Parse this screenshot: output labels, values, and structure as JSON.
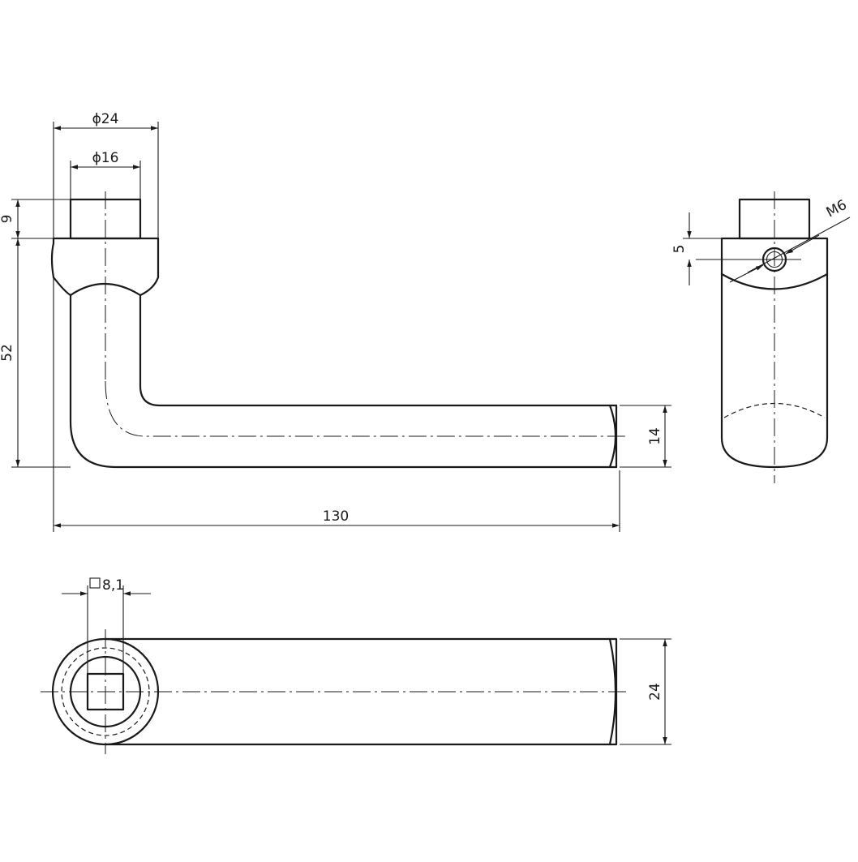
{
  "drawing": {
    "subject": "door-handle-on-rose",
    "colors": {
      "line": "#1a1a1a",
      "background": "#ffffff"
    }
  },
  "dimensions": {
    "rose_diameter": "ϕ24",
    "spindle_diameter": "ϕ16",
    "neck_height": "9",
    "handle_height": "52",
    "grip_thickness": "14",
    "handle_length": "130",
    "square_spindle": "8,1",
    "grip_width": "24",
    "screw_offset": "5",
    "screw_thread": "M6"
  }
}
